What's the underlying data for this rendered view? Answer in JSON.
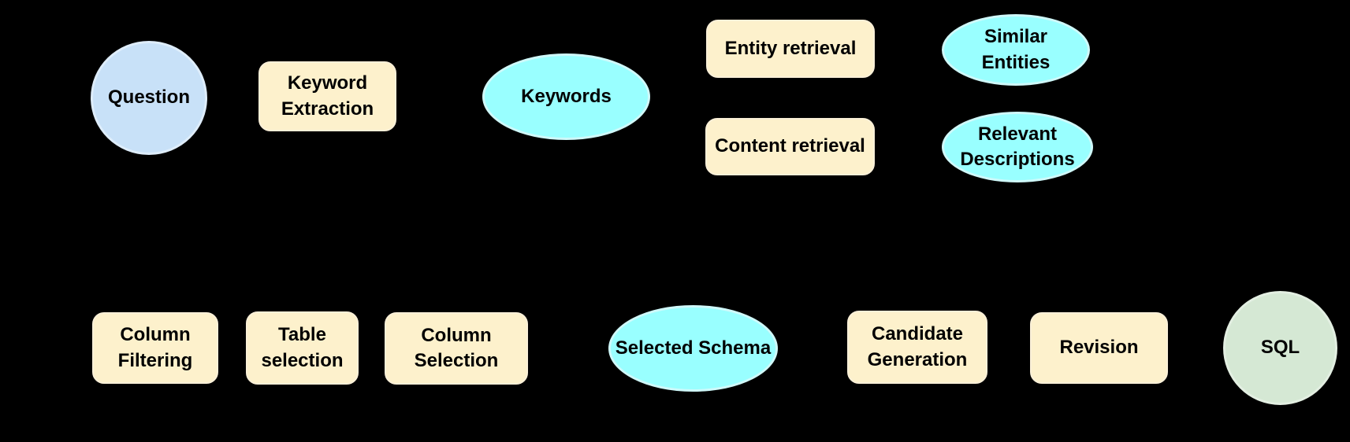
{
  "diagram": {
    "background": "#000000",
    "colors": {
      "process_fill": "#FDF1CC",
      "artifact_fill": "#99FFFF",
      "input_fill": "#C8E1F8",
      "output_fill": "#D5E8D4",
      "text": "#000000"
    },
    "nodes": [
      {
        "id": "question",
        "label": "Question",
        "shape": "circle",
        "kind": "input"
      },
      {
        "id": "keyword-extraction",
        "label": "Keyword\nExtraction",
        "shape": "rounded-rect",
        "kind": "process"
      },
      {
        "id": "keywords",
        "label": "Keywords",
        "shape": "ellipse",
        "kind": "artifact"
      },
      {
        "id": "entity-retrieval",
        "label": "Entity retrieval",
        "shape": "rounded-rect",
        "kind": "process"
      },
      {
        "id": "content-retrieval",
        "label": "Content retrieval",
        "shape": "rounded-rect",
        "kind": "process"
      },
      {
        "id": "similar-entities",
        "label": "Similar\nEntities",
        "shape": "ellipse",
        "kind": "artifact"
      },
      {
        "id": "relevant-descriptions",
        "label": "Relevant\nDescriptions",
        "shape": "ellipse",
        "kind": "artifact"
      },
      {
        "id": "column-filtering",
        "label": "Column\nFiltering",
        "shape": "rounded-rect",
        "kind": "process"
      },
      {
        "id": "table-selection",
        "label": "Table\nselection",
        "shape": "rounded-rect",
        "kind": "process"
      },
      {
        "id": "column-selection",
        "label": "Column\nSelection",
        "shape": "rounded-rect",
        "kind": "process"
      },
      {
        "id": "selected-schema",
        "label": "Selected Schema",
        "shape": "ellipse",
        "kind": "artifact"
      },
      {
        "id": "candidate-generation",
        "label": "Candidate\nGeneration",
        "shape": "rounded-rect",
        "kind": "process"
      },
      {
        "id": "revision",
        "label": "Revision",
        "shape": "rounded-rect",
        "kind": "process"
      },
      {
        "id": "sql",
        "label": "SQL",
        "shape": "circle",
        "kind": "output"
      }
    ]
  }
}
